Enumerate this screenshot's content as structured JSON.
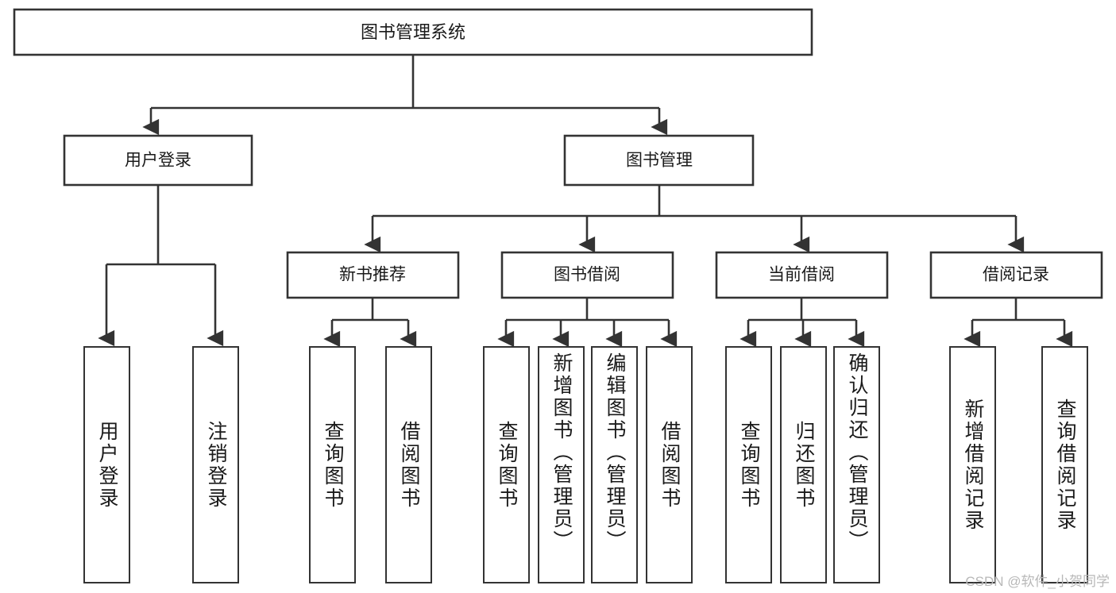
{
  "diagram": {
    "title": "图书管理系统",
    "type": "tree-hierarchy-chart",
    "root": {
      "label": "图书管理系统"
    },
    "level2": [
      {
        "id": "user-login",
        "label": "用户登录"
      },
      {
        "id": "book-manage",
        "label": "图书管理"
      }
    ],
    "level3": [
      {
        "id": "new-book-recommend",
        "label": "新书推荐"
      },
      {
        "id": "book-borrow",
        "label": "图书借阅"
      },
      {
        "id": "current-borrow",
        "label": "当前借阅"
      },
      {
        "id": "borrow-record",
        "label": "借阅记录"
      }
    ],
    "leaves": [
      {
        "id": "leaf-user-login",
        "label": "用户登录"
      },
      {
        "id": "leaf-logout-login",
        "label": "注销登录"
      },
      {
        "id": "leaf-query-book-1",
        "label": "查询图书"
      },
      {
        "id": "leaf-borrow-book-1",
        "label": "借阅图书"
      },
      {
        "id": "leaf-query-book-2",
        "label": "查询图书"
      },
      {
        "id": "leaf-add-book",
        "label": "新增图书（管理员）"
      },
      {
        "id": "leaf-edit-book",
        "label": "编辑图书（管理员）"
      },
      {
        "id": "leaf-borrow-book-2",
        "label": "借阅图书"
      },
      {
        "id": "leaf-query-book-3",
        "label": "查询图书"
      },
      {
        "id": "leaf-return-book",
        "label": "归还图书"
      },
      {
        "id": "leaf-confirm-return",
        "label": "确认归还（管理员）"
      },
      {
        "id": "leaf-add-borrow-record",
        "label": "新增借阅记录"
      },
      {
        "id": "leaf-query-borrow-record",
        "label": "查询借阅记录"
      }
    ],
    "colors": {
      "stroke": "#333333",
      "fill": "#ffffff",
      "text": "#1a1a1a",
      "watermark": "#b8b8b8"
    }
  },
  "watermark": {
    "text": "CSDN @软件_小贺同学"
  }
}
